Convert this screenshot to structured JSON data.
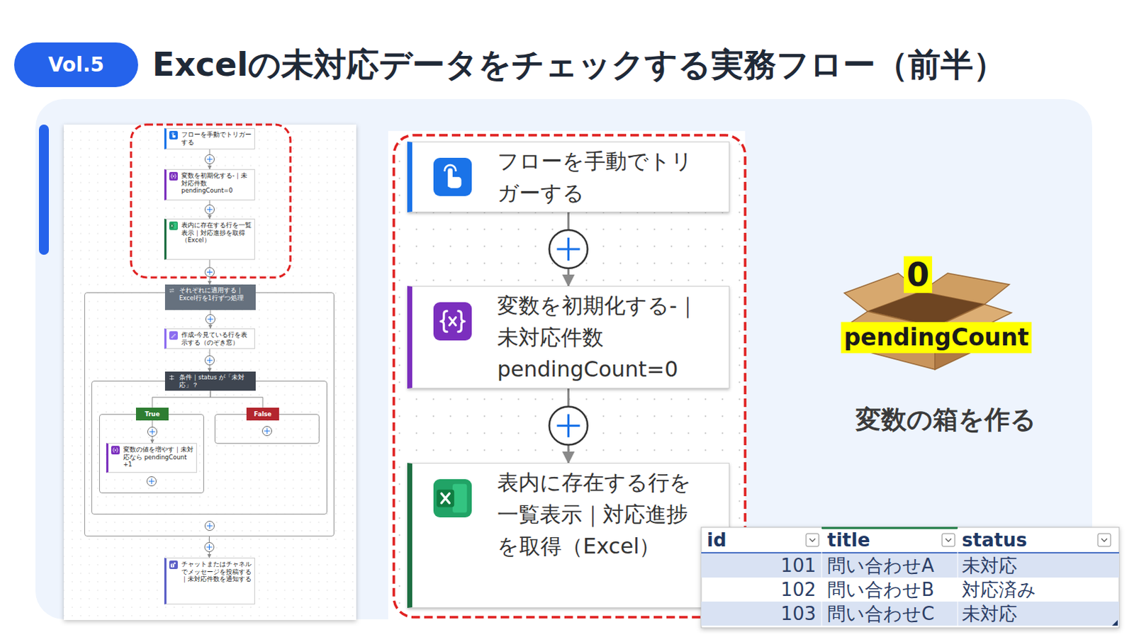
{
  "diagram": {
    "title": "Excelの未対応データをチェックする実務フロー（前半）",
    "nodes": [
      {
        "text": [
          "Vol.5"
        ]
      },
      {
        "text": [
          "フローを手動でトリガーする"
        ]
      },
      {
        "text": [
          "変数を初期化する-｜未対応件数 pendingCount=0"
        ]
      },
      {
        "text": [
          "表内に存在する行を一覧表示｜対応進捗を取得（Excel）"
        ]
      },
      {
        "text": [
          "それぞれに適用する｜Excel行を1行ずつ処理"
        ]
      },
      {
        "text": [
          "作成-今見ている行を表示する（のぞき窓）"
        ],
        "in": 4
      },
      {
        "text": [
          "条件｜status が「未対応」？"
        ],
        "in": 4
      },
      {
        "text": [
          "True"
        ],
        "in": 6
      },
      {
        "text": [
          "変数の値を増やす｜未対応なら pendingCount +1"
        ],
        "in": 7
      },
      {
        "text": [
          "False"
        ],
        "in": 6
      },
      {
        "text": [
          "チャットまたはチャネルでメッセージを投稿する｜未対応件数を通知する"
        ]
      },
      {
        "text": [
          "フローを手動でトリガーする"
        ]
      },
      {
        "text": [
          "変数を初期化する-｜未対応件数 pendingCount=0"
        ]
      },
      {
        "text": [
          "表内に存在する行を一覧表示｜対応進捗を取得（Excel）"
        ]
      }
    ],
    "edges": [
      {
        "from": 1,
        "to": 2,
        "arrow": "to"
      },
      {
        "from": 2,
        "to": 3,
        "arrow": "to"
      },
      {
        "from": 3,
        "to": 4,
        "arrow": "to"
      },
      {
        "from": 4,
        "to": 5,
        "arrow": "to"
      },
      {
        "from": 5,
        "to": 6,
        "arrow": "to"
      },
      {
        "from": 6,
        "to": 7,
        "arrow": "none"
      },
      {
        "from": 6,
        "to": 9,
        "arrow": "none"
      },
      {
        "from": 7,
        "to": 8,
        "arrow": "to"
      },
      {
        "from": 4,
        "to": 10,
        "arrow": "to"
      },
      {
        "from": 11,
        "to": 12,
        "arrow": "to"
      },
      {
        "from": 12,
        "to": 13,
        "arrow": "to"
      }
    ],
    "labels": [
      "0",
      "pendingCount",
      "変数の箱を作る",
      "id",
      "title",
      "status",
      "101",
      "問い合わせA",
      "未対応",
      "102",
      "問い合わせB",
      "対応済み",
      "103",
      "問い合わせC",
      "未対応"
    ]
  }
}
